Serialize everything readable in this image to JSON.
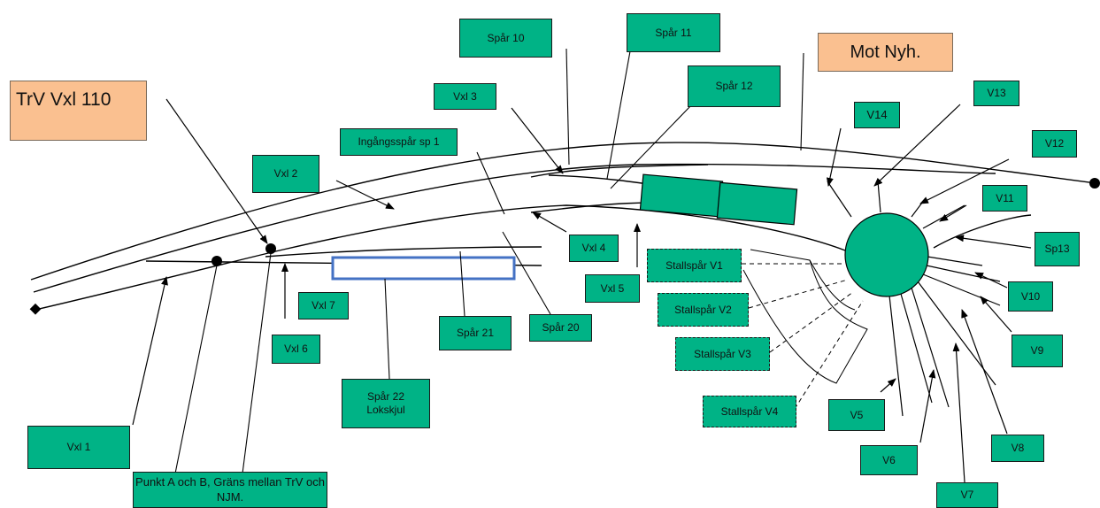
{
  "labels": {
    "trv_vxl_110": "TrV Vxl 110",
    "mot_nyh": "Mot Nyh.",
    "spar_10": "Spår 10",
    "spar_11": "Spår 11",
    "spar_12": "Spår 12",
    "vxl_3": "Vxl 3",
    "ingangsspar": "Ingångsspår sp 1",
    "vxl_2": "Vxl 2",
    "v14": "V14",
    "v13": "V13",
    "v12": "V12",
    "v11": "V11",
    "sp13": "Sp13",
    "v10": "V10",
    "v9": "V9",
    "v8": "V8",
    "v7": "V7",
    "v6": "V6",
    "v5": "V5",
    "vxl_4": "Vxl 4",
    "vxl_5": "Vxl 5",
    "stallspar_v1": "Stallspår V1",
    "stallspar_v2": "Stallspår V2",
    "stallspar_v3": "Stallspår V3",
    "stallspar_v4": "Stallspår V4",
    "vxl_7": "Vxl 7",
    "vxl_6": "Vxl 6",
    "spar_21": "Spår 21",
    "spar_20": "Spår 20",
    "spar_22": "Spår 22\nLokskjul",
    "vxl_1": "Vxl 1",
    "punkt_ab": "Punkt A och B, Gräns mellan TrV och NJM."
  },
  "colors": {
    "label_fill": "#00B386",
    "highlight_fill": "#FAC090",
    "track": "#000000",
    "lokskjul_outline": "#4472C4"
  }
}
